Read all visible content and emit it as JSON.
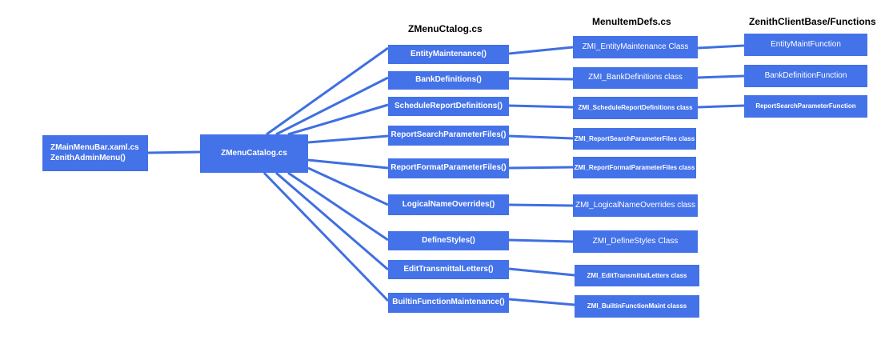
{
  "headers": {
    "col1": "ZMenuCtalog.cs",
    "col2": "MenuItemDefs.cs",
    "col3": "ZenithClientBase/Functions"
  },
  "root": {
    "line1": "ZMainMenuBar.xaml.cs",
    "line2": "ZenithAdminMenu()"
  },
  "catalog": {
    "label": "ZMenuCatalog.cs"
  },
  "methods": [
    "EntityMaintenance()",
    "BankDefinitions()",
    "ScheduleReportDefinitions()",
    "ReportSearchParameterFiles()",
    "ReportFormatParameterFiles()",
    "LogicalNameOverrides()",
    "DefineStyles()",
    "EditTransmittalLetters()",
    "BuiltinFunctionMaintenance()"
  ],
  "classes": [
    "ZMI_EntityMaintenance Class",
    "ZMI_BankDefinitions class",
    "ZMI_ScheduleReportDefinitions class",
    "ZMI_ReportSearchParameterFiles class",
    "ZMI_ReportFormatParameterFiles class",
    "ZMI_LogicalNameOverrides class",
    "ZMI_DefineStyles Class",
    "ZMI_EditTransmittalLetters class",
    "ZMI_BuiltinFunctionMaint classs"
  ],
  "functions": [
    "EntityMaintFunction",
    "BankDefinitionFunction",
    "ReportSearchParameterFunction"
  ],
  "colors": {
    "box": "#4472e8",
    "line": "#3f6fe0"
  }
}
